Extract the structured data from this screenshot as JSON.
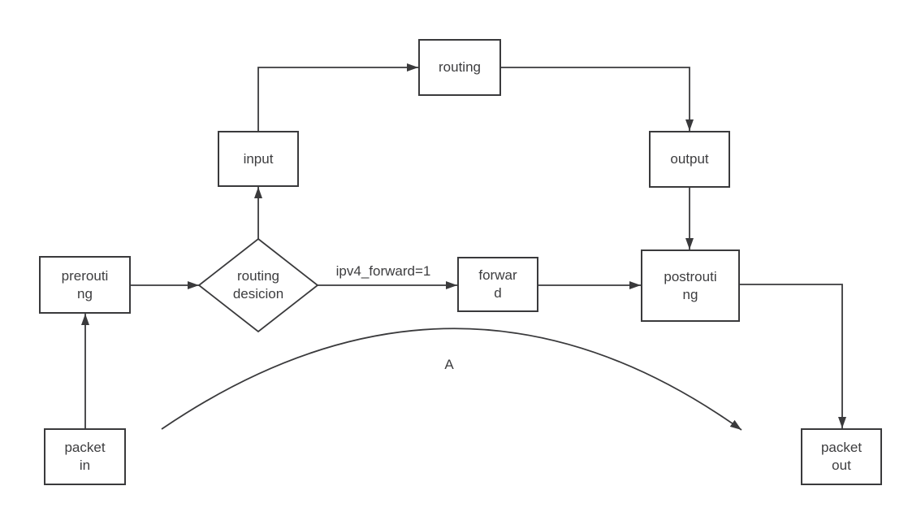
{
  "diagram": {
    "background": "#ffffff",
    "stroke_color": "#3a3a3c",
    "text_color": "#3d3d3f",
    "nodes": {
      "packet_in": {
        "label": "packet\nin"
      },
      "prerouting": {
        "label": "prerouti\nng"
      },
      "routing_decision": {
        "label": "routing\ndesicion"
      },
      "input": {
        "label": "input"
      },
      "routing": {
        "label": "routing"
      },
      "output": {
        "label": "output"
      },
      "forward": {
        "label": "forwar\nd"
      },
      "postrouting": {
        "label": "postrouti\nng"
      },
      "packet_out": {
        "label": "packet\nout"
      }
    },
    "edge_labels": {
      "forward_condition": "ipv4_forward=1",
      "bypass_arc": "A"
    }
  }
}
